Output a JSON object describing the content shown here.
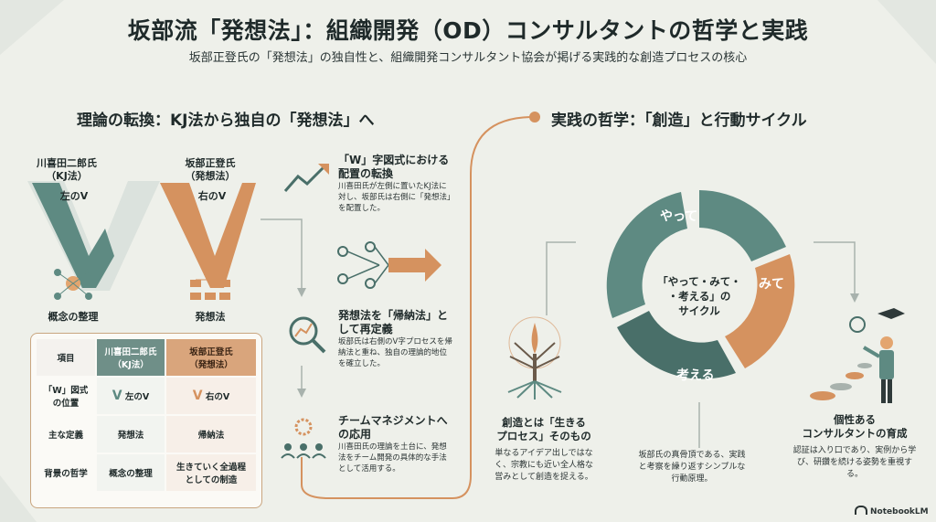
{
  "header": {
    "title": "坂部流「発想法」：組織開発（OD）コンサルタントの哲学と実践",
    "subtitle": "坂部正登氏の「発想法」の独自性と、組織開発コンサルタント協会が掲げる実践的な創造プロセスの核心"
  },
  "left": {
    "heading": "理論の転換：KJ法から独自の「発想法」へ",
    "kj": {
      "name": "川喜田二郎氏\n（KJ法）",
      "v_label": "左のV",
      "bottom": "概念の整理"
    },
    "sakabe": {
      "name": "坂部正登氏\n（発想法）",
      "v_label": "右のV",
      "bottom": "発想法"
    },
    "table": {
      "headers": [
        "項目",
        "川喜田二郎氏\n（KJ法）",
        "坂部正登氏\n（発想法）"
      ],
      "rows": [
        {
          "item": "「W」図式\nの位置",
          "a": "左のV",
          "b": "右のV"
        },
        {
          "item": "主な定義",
          "a": "発想法",
          "b": "帰納法"
        },
        {
          "item": "背景の哲学",
          "a": "概念の整理",
          "b": "生きていく全過程\nとしての制造"
        }
      ],
      "a_icon": "V",
      "b_icon": "V"
    }
  },
  "middle": {
    "steps": [
      {
        "title": "「W」字図式における配置の転換",
        "body": "川喜田氏が左側に置いたKJ法に対し、坂部氏は右側に「発想法」を配置した。"
      },
      {
        "title": "発想法を「帰納法」として再定義",
        "body": "坂部氏は右側のV字プロセスを帰納法と重ね、独自の理論的地位を確立した。"
      },
      {
        "title": "チームマネジメントへの応用",
        "body": "川喜田氏の理論を土台に、発想法をチーム開発の具体的な手法として活用する。"
      }
    ]
  },
  "right": {
    "heading": "実践の哲学：「創造」と行動サイクル",
    "cycle": {
      "center": "「やって・みて・\n・考える」の\nサイクル",
      "seg1": "やって",
      "seg2": "みて",
      "seg3": "考える"
    },
    "col1": {
      "title": "創造とは「生きる\nプロセス」そのもの",
      "body": "単なるアイデア出しではなく、宗教にも近い全人格な営みとして創造を捉える。"
    },
    "col2": {
      "body": "坂部氏の真骨頂である、実践と考察を繰り返すシンプルな行動原理。"
    },
    "col3": {
      "title": "個性ある\nコンサルタントの育成",
      "body": "認証は入り口であり、実例から学び、研鑽を続ける姿勢を重視する。"
    }
  },
  "footer": {
    "brand": "NotebookLM"
  },
  "colors": {
    "teal": "#5e8a82",
    "orange": "#d5925f",
    "dark_teal": "#496f69",
    "bg": "#eef0ea"
  }
}
